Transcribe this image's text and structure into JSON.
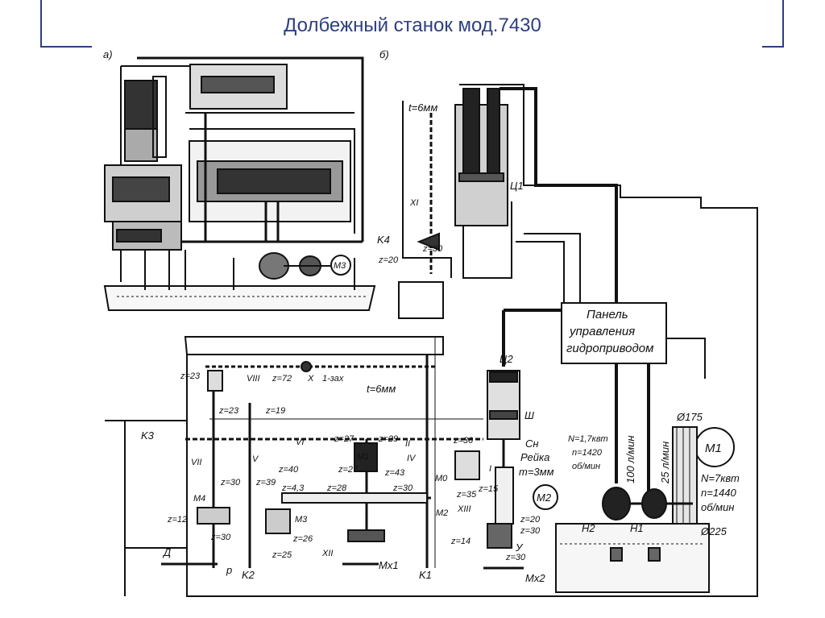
{
  "title": "Долбежный станок мод.7430",
  "colors": {
    "title": "#2e3f7f",
    "frame": "#2e3f7f",
    "ink": "#111111"
  },
  "diagram": {
    "part_a_label": "а)",
    "part_b_label": "б)",
    "panel": {
      "line1": "Панель",
      "line2": "управления",
      "line3": "гидроприводом"
    },
    "motors": {
      "m1": "M1",
      "m2": "M2",
      "m3": "M3"
    },
    "m1_specs": {
      "d_top": "Ø175",
      "power": "N=7квт",
      "speed": "n=1440",
      "unit": "об/мин",
      "d_bottom": "Ø225"
    },
    "m2_specs": {
      "power": "N=1,7квт",
      "speed": "n=1420",
      "unit": "об/мин"
    },
    "flows": {
      "flow100": "100 л/мин",
      "flow25": "25 л/мин"
    },
    "pumps": {
      "h1": "H1",
      "h2": "H2"
    },
    "cylinders": {
      "c1": "Ц1",
      "c2": "Ц2",
      "sh": "Ш",
      "sn": "Сн"
    },
    "rack": {
      "name": "Рейка",
      "module": "m=3мм"
    },
    "screws": {
      "t_top": "t=6мм",
      "t_mid": "t=6мм"
    },
    "shafts": {
      "s8": "VIII",
      "s10": "X",
      "s6": "VI",
      "s5": "V",
      "s7": "VII",
      "s2": "II",
      "s1": "I",
      "s4": "IV",
      "s13": "XIII",
      "s12": "XII",
      "s11": "XI"
    },
    "levers": {
      "k1": "K1",
      "k2": "K2",
      "k3": "K3",
      "k4": "K4",
      "mx1": "Mx1",
      "mx2": "Mx2",
      "d": "Д",
      "r": "р",
      "y": "У"
    },
    "clutches": {
      "m0": "M0",
      "m1": "M1",
      "m2": "M2",
      "m3": "M3",
      "m4": "M4"
    },
    "gears": {
      "z23a": "z=23",
      "z72": "z=72",
      "one_start": "1-зах",
      "z23b": "z=23",
      "z19": "z=19",
      "z27a": "z=27",
      "z29": "z=29",
      "z36": "z=36",
      "z40": "z=40",
      "z27b": "z=27",
      "z43a": "z=43",
      "z43b": "z=4,3",
      "z28": "z=28",
      "z30a": "z=30",
      "z39": "z=39",
      "z30b": "z=30",
      "z12": "z=12",
      "z30c": "z=30",
      "z25": "z=25",
      "z26": "z=26",
      "z35": "z=35",
      "z15": "z=15",
      "z20a": "z=20",
      "z30d": "z=30",
      "z14": "z=14",
      "z30e": "z=30",
      "z30f": "z=30",
      "z20b": "z=20"
    }
  }
}
